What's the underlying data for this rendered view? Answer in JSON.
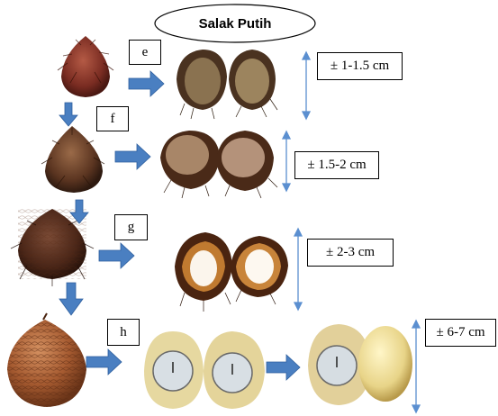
{
  "title": "Salak Putih",
  "stages": [
    {
      "label": "e",
      "size": "± 1-1.5 cm"
    },
    {
      "label": "f",
      "size": "± 1.5-2 cm"
    },
    {
      "label": "g",
      "size": "± 2-3 cm"
    },
    {
      "label": "h",
      "size": "± 6-7 cm"
    }
  ],
  "colors": {
    "arrow": "#4a7fc1",
    "arrow_stroke": "#2e5f9e",
    "measure": "#5b8fd0"
  }
}
